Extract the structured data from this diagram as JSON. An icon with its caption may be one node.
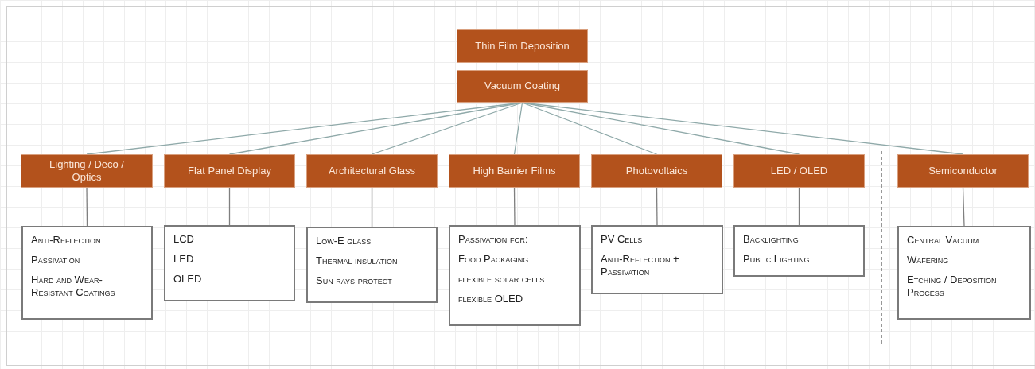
{
  "diagram": {
    "nodes": [
      {
        "text": [
          "Thin Film Deposition"
        ]
      },
      {
        "text": [
          "Vacuum Coating"
        ]
      },
      {
        "text": [
          "Lighting / Deco / Optics"
        ]
      },
      {
        "text": [
          "Flat Panel Display"
        ]
      },
      {
        "text": [
          "Architectural Glass"
        ]
      },
      {
        "text": [
          "High Barrier Films"
        ]
      },
      {
        "text": [
          "Photovoltaics"
        ]
      },
      {
        "text": [
          "LED / OLED"
        ]
      },
      {
        "text": [
          "Semiconductor"
        ]
      },
      {
        "text": [
          "Anti-Reflection",
          "Passivation",
          "Hard and Wear-Resistant Coatings"
        ]
      },
      {
        "text": [
          "LCD",
          "LED",
          "OLED"
        ]
      },
      {
        "text": [
          "Low-E glass",
          "Thermal insulation",
          "Sun rays protect"
        ]
      },
      {
        "text": [
          "Passivation for:",
          "Food Packaging",
          "flexible solar cells",
          "flexible OLED"
        ]
      },
      {
        "text": [
          "PV Cells",
          "Anti-Reflection + Passivation"
        ]
      },
      {
        "text": [
          "Backlighting",
          "Public Lighting"
        ]
      },
      {
        "text": [
          "Central Vacuum",
          "Wafering",
          "Etching / Deposition Process"
        ]
      }
    ],
    "edges": [
      {
        "from": 1,
        "to": 2,
        "arrow": "none"
      },
      {
        "from": 1,
        "to": 3,
        "arrow": "none"
      },
      {
        "from": 1,
        "to": 4,
        "arrow": "none"
      },
      {
        "from": 1,
        "to": 5,
        "arrow": "none"
      },
      {
        "from": 1,
        "to": 6,
        "arrow": "none"
      },
      {
        "from": 1,
        "to": 7,
        "arrow": "none"
      },
      {
        "from": 1,
        "to": 8,
        "arrow": "none"
      },
      {
        "from": 2,
        "to": 9,
        "arrow": "none"
      },
      {
        "from": 3,
        "to": 10,
        "arrow": "none"
      },
      {
        "from": 4,
        "to": 11,
        "arrow": "none"
      },
      {
        "from": 5,
        "to": 12,
        "arrow": "none"
      },
      {
        "from": 6,
        "to": 13,
        "arrow": "none"
      },
      {
        "from": 7,
        "to": 14,
        "arrow": "none"
      },
      {
        "from": 8,
        "to": 15,
        "arrow": "none"
      }
    ]
  }
}
